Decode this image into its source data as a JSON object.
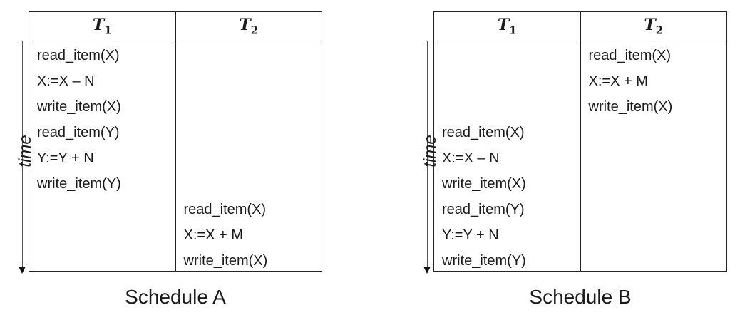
{
  "schedules": [
    {
      "caption": "Schedule A",
      "time_label": "time",
      "headers": {
        "t1_letter": "T",
        "t1_sub": "1",
        "t2_letter": "T",
        "t2_sub": "2"
      },
      "t1_ops": [
        "read_item(X)",
        "X:=X – N",
        "write_item(X)",
        "read_item(Y)",
        "Y:=Y + N",
        "write_item(Y)"
      ],
      "t1_start_row": 0,
      "t2_ops": [
        "read_item(X)",
        "X:=X + M",
        "write_item(X)"
      ],
      "t2_start_row": 6
    },
    {
      "caption": "Schedule B",
      "time_label": "time",
      "headers": {
        "t1_letter": "T",
        "t1_sub": "1",
        "t2_letter": "T",
        "t2_sub": "2"
      },
      "t1_ops": [
        "read_item(X)",
        "X:=X – N",
        "write_item(X)",
        "read_item(Y)",
        "Y:=Y + N",
        "write_item(Y)"
      ],
      "t1_start_row": 3,
      "t2_ops": [
        "read_item(X)",
        "X:=X + M",
        "write_item(X)"
      ],
      "t2_start_row": 0
    }
  ]
}
